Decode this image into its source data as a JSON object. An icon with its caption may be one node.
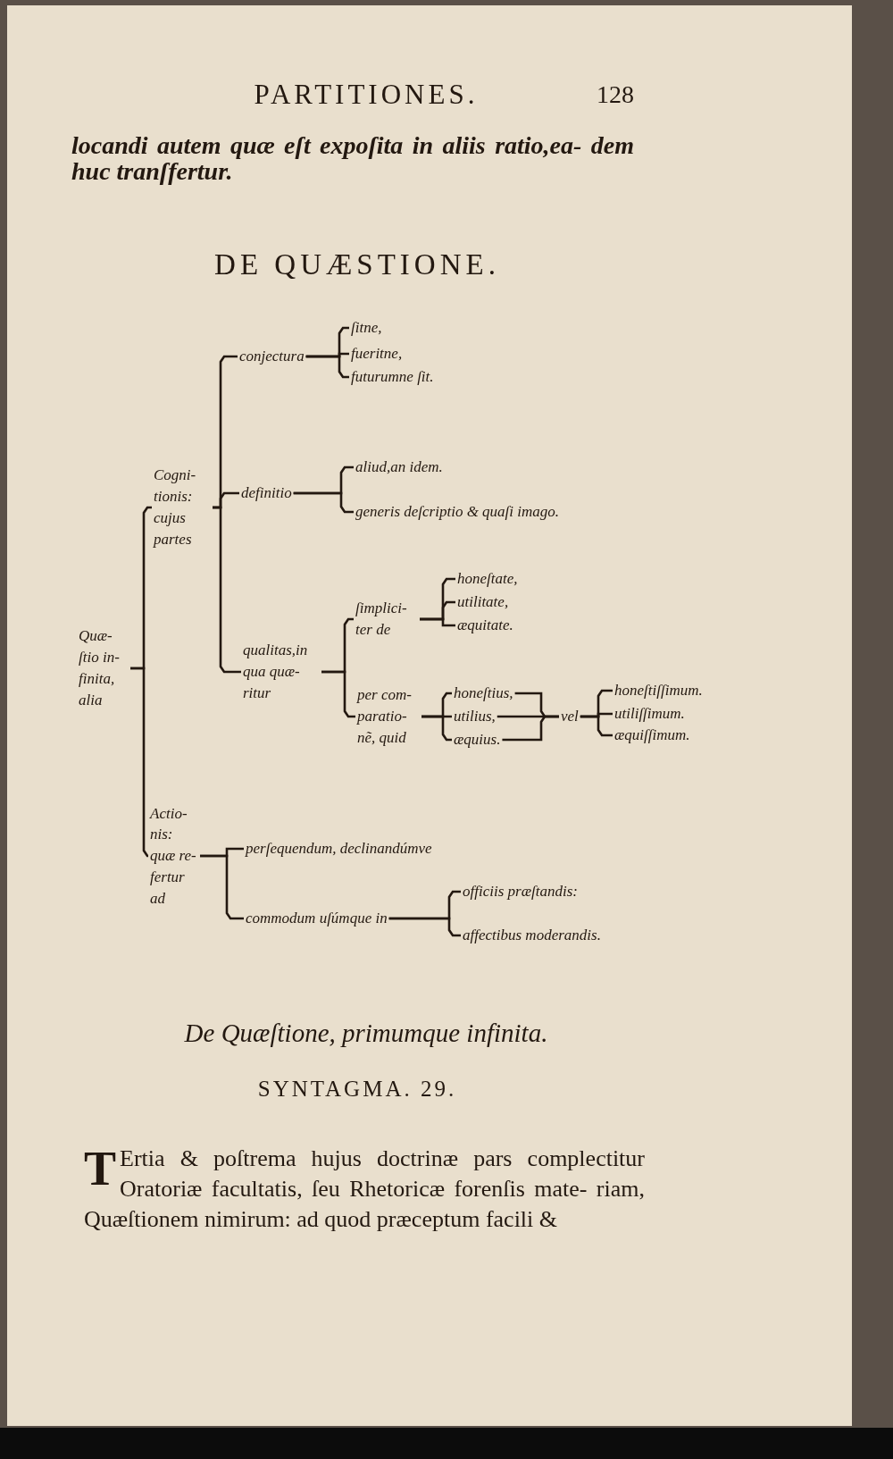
{
  "diagram": {
    "title": "DE QUÆSTIONE.",
    "nodes": [
      {
        "text": [
          "Quæ- ſtio in- finita, alia"
        ]
      },
      {
        "text": [
          "Cogni- tionis: cujus partes"
        ]
      },
      {
        "text": [
          "conjectura"
        ]
      },
      {
        "text": [
          "ſitne,"
        ]
      },
      {
        "text": [
          "fueritne,"
        ]
      },
      {
        "text": [
          "futurumne ſit."
        ]
      },
      {
        "text": [
          "definitio"
        ]
      },
      {
        "text": [
          "aliud,an idem."
        ]
      },
      {
        "text": [
          "generis deſcriptio & quaſi imago."
        ]
      },
      {
        "text": [
          "qualitas,in qua quæ- ritur"
        ]
      },
      {
        "text": [
          "ſimplici- ter de"
        ]
      },
      {
        "text": [
          "honeſtate,"
        ]
      },
      {
        "text": [
          "utilitate,"
        ]
      },
      {
        "text": [
          "æquitate."
        ]
      },
      {
        "text": [
          "per com- paratio- nẽ, quid"
        ]
      },
      {
        "text": [
          "honeſtius,"
        ]
      },
      {
        "text": [
          "utilius,"
        ]
      },
      {
        "text": [
          "æquius."
        ]
      },
      {
        "text": [
          "vel"
        ]
      },
      {
        "text": [
          "honeſtiſſimum."
        ]
      },
      {
        "text": [
          "utiliſſimum."
        ]
      },
      {
        "text": [
          "æquiſſimum."
        ]
      },
      {
        "text": [
          "Actio- nis: quæ re- fertur ad"
        ]
      },
      {
        "text": [
          "perſequendum, declinandúmve"
        ]
      },
      {
        "text": [
          "commodum uſúmque in"
        ]
      },
      {
        "text": [
          "officiis præſtandis:"
        ]
      },
      {
        "text": [
          "affectibus moderandis."
        ]
      }
    ],
    "edges": [
      {
        "from": 0,
        "to": 1,
        "arrow": "none"
      },
      {
        "from": 0,
        "to": 22,
        "arrow": "none"
      },
      {
        "from": 1,
        "to": 2,
        "arrow": "none"
      },
      {
        "from": 1,
        "to": 6,
        "arrow": "none"
      },
      {
        "from": 1,
        "to": 9,
        "arrow": "none"
      },
      {
        "from": 2,
        "to": 3,
        "arrow": "none"
      },
      {
        "from": 2,
        "to": 4,
        "arrow": "none"
      },
      {
        "from": 2,
        "to": 5,
        "arrow": "none"
      },
      {
        "from": 6,
        "to": 7,
        "arrow": "none"
      },
      {
        "from": 6,
        "to": 8,
        "arrow": "none"
      },
      {
        "from": 9,
        "to": 10,
        "arrow": "none"
      },
      {
        "from": 9,
        "to": 14,
        "arrow": "none"
      },
      {
        "from": 10,
        "to": 11,
        "arrow": "none"
      },
      {
        "from": 10,
        "to": 12,
        "arrow": "none"
      },
      {
        "from": 10,
        "to": 13,
        "arrow": "none"
      },
      {
        "from": 14,
        "to": 15,
        "arrow": "none"
      },
      {
        "from": 14,
        "to": 16,
        "arrow": "none"
      },
      {
        "from": 14,
        "to": 17,
        "arrow": "none"
      },
      {
        "from": 15,
        "to": 18,
        "arrow": "none"
      },
      {
        "from": 16,
        "to": 18,
        "arrow": "none"
      },
      {
        "from": 17,
        "to": 18,
        "arrow": "none"
      },
      {
        "from": 18,
        "to": 19,
        "arrow": "none"
      },
      {
        "from": 18,
        "to": 20,
        "arrow": "none"
      },
      {
        "from": 18,
        "to": 21,
        "arrow": "none"
      },
      {
        "from": 22,
        "to": 23,
        "arrow": "none"
      },
      {
        "from": 22,
        "to": 24,
        "arrow": "none"
      },
      {
        "from": 24,
        "to": 25,
        "arrow": "none"
      },
      {
        "from": 24,
        "to": 26,
        "arrow": "none"
      }
    ],
    "labels": [
      "PARTITIONES.",
      "128",
      "locandi autem quæ eſt expoſita in aliis ratio,ea- dem huc tranſfertur.",
      "De Quæſtione, primumque infinita.",
      "SYNTAGMA. 29.",
      "TErtia & poſtrema hujus doctrinæ pars complectitur Oratoriæ facultatis, ſeu Rhetoricæ forenſis mate- riam, Quæſtionem nimirum: ad quod præceptum facili &"
    ]
  }
}
